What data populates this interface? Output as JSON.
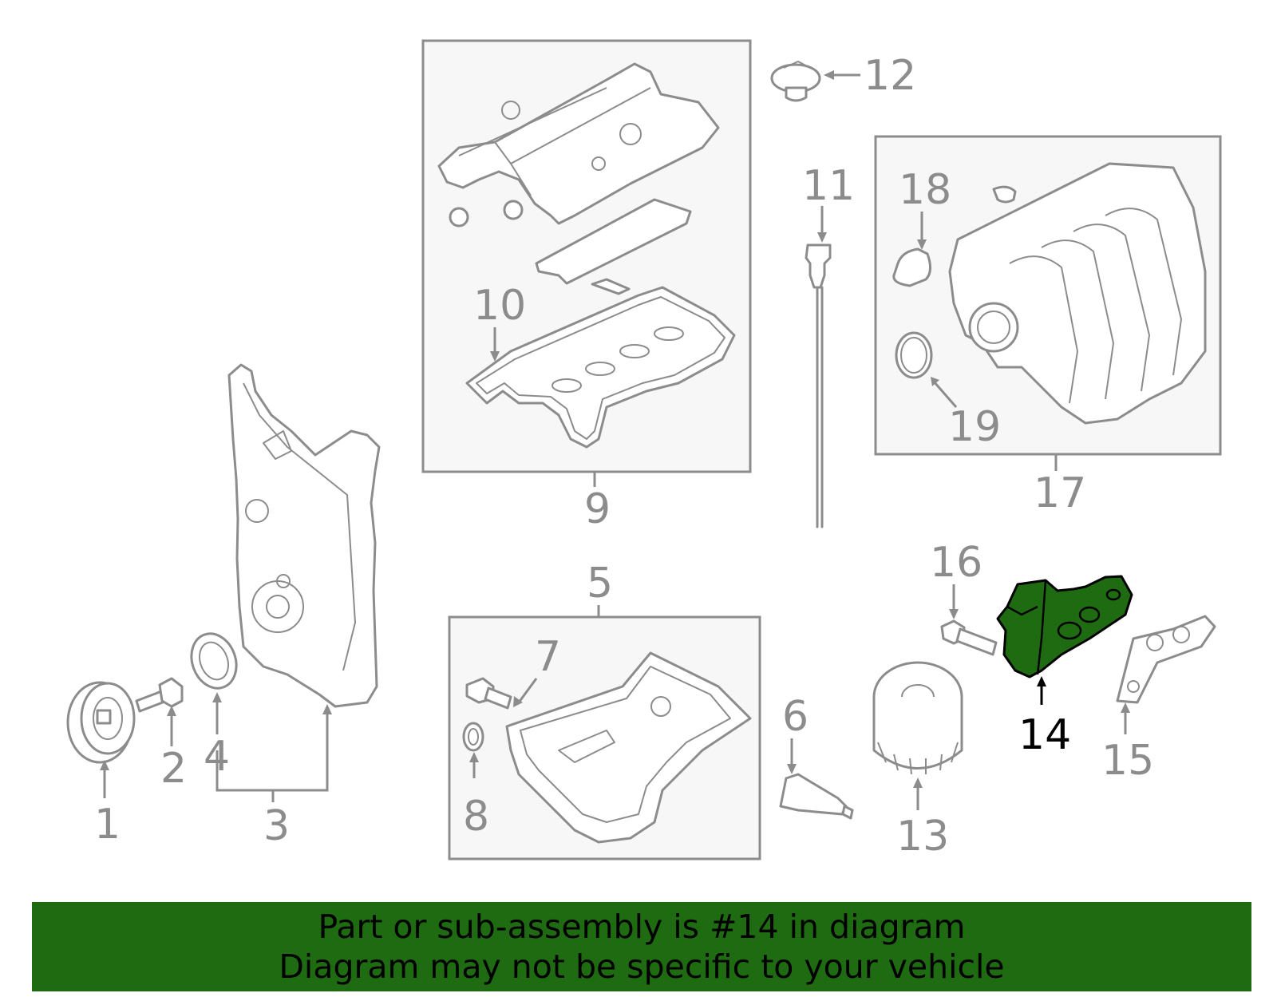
{
  "labels": [
    "1",
    "2",
    "3",
    "4",
    "5",
    "6",
    "7",
    "8",
    "9",
    "10",
    "11",
    "12",
    "13",
    "14",
    "15",
    "16",
    "17",
    "18",
    "19"
  ],
  "highlighted_part": "14",
  "highlight_color": "#1f6b12",
  "line_color": "#8c8c8c",
  "banner": {
    "line1": "Part or sub-assembly is #14 in diagram",
    "line2": "Diagram may not be specific to your vehicle"
  }
}
